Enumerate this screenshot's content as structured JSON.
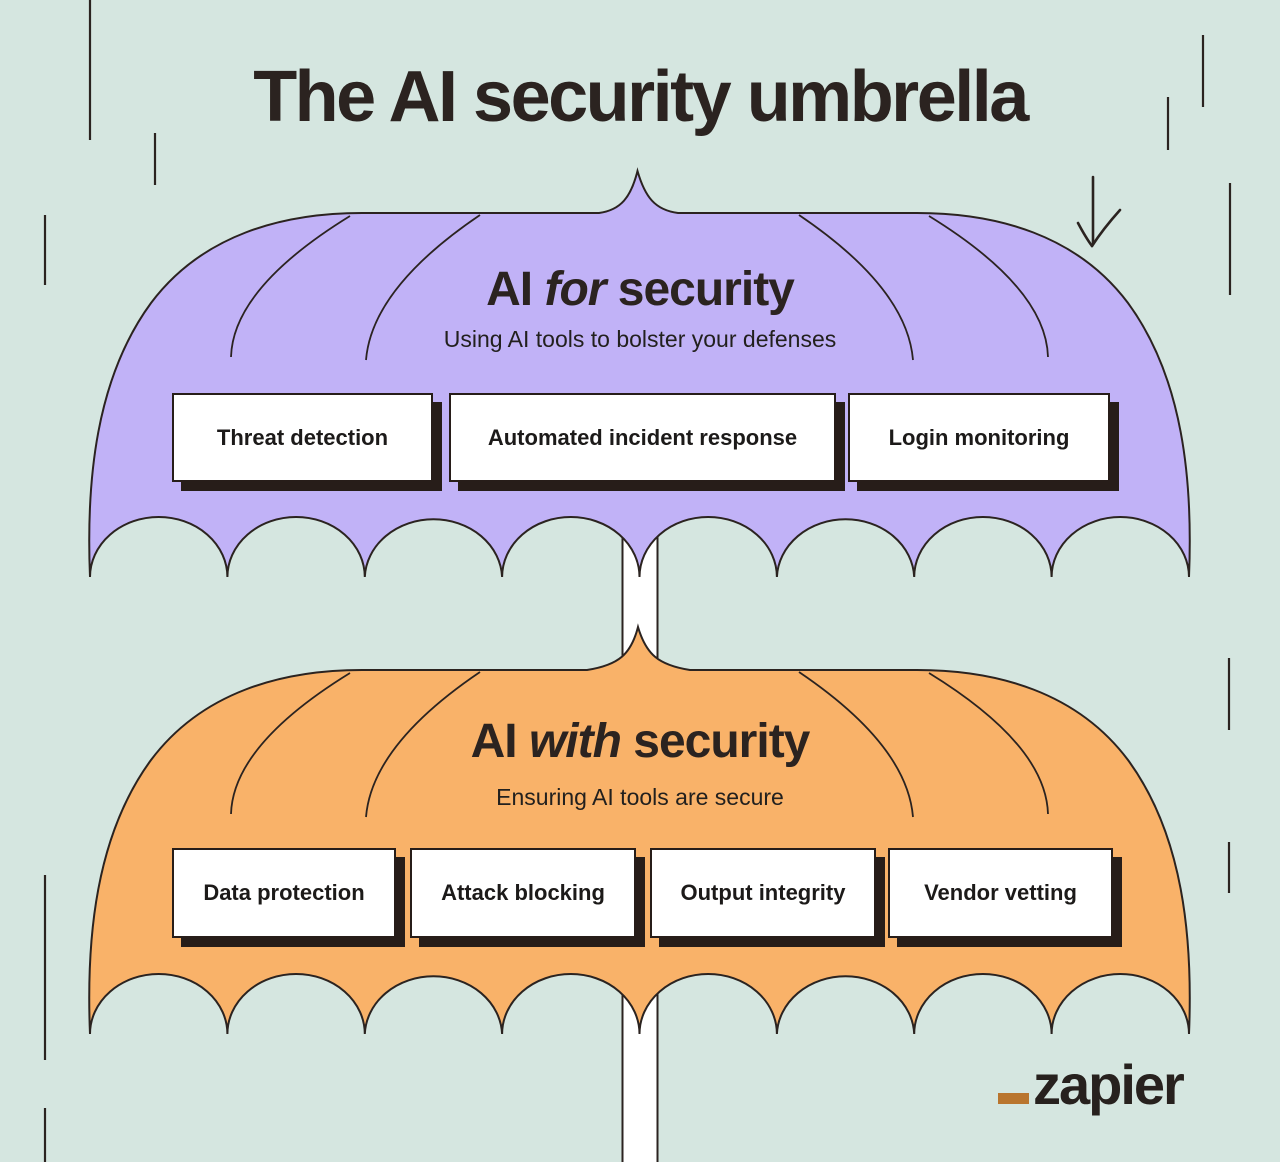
{
  "title": "The AI security umbrella",
  "colors": {
    "background": "#d5e6e0",
    "ink": "#2b2320",
    "purple": "#c1b2f7",
    "orange": "#f9b269",
    "box_background": "#ffffff",
    "box_shadow": "#271d19",
    "logo_underscore": "#b9752e"
  },
  "umbrella_for": {
    "heading_pre": "AI ",
    "heading_emphasis": "for",
    "heading_post": " security",
    "subtitle": "Using AI tools to bolster your defenses",
    "boxes": [
      "Threat detection",
      "Automated incident response",
      "Login monitoring"
    ]
  },
  "umbrella_with": {
    "heading_pre": "AI ",
    "heading_emphasis": "with",
    "heading_post": " security",
    "subtitle": "Ensuring AI tools are secure",
    "boxes": [
      "Data protection",
      "Attack blocking",
      "Output integrity",
      "Vendor vetting"
    ]
  },
  "logo": {
    "text": "zapier"
  }
}
